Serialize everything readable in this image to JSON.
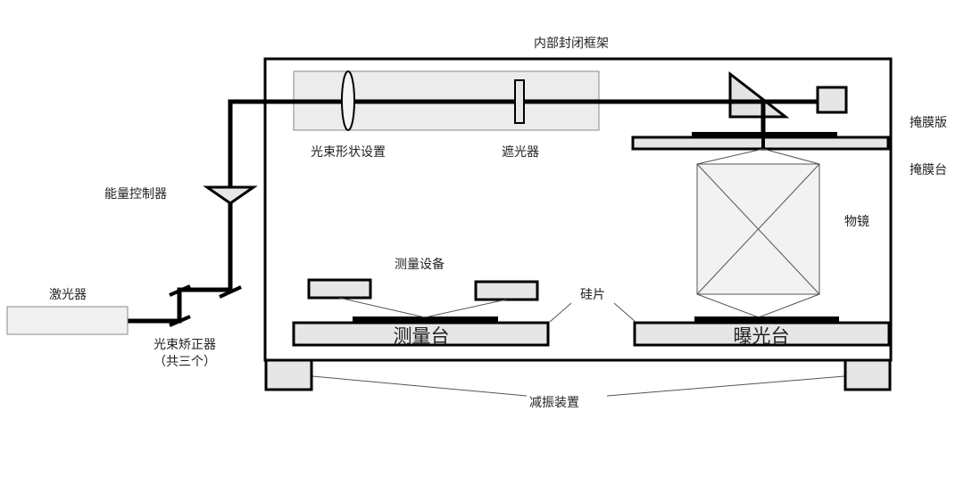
{
  "title": "内部封闭框架",
  "labels": {
    "beam_shaping": "光束形状设置",
    "shutter": "遮光器",
    "mask": "掩膜版",
    "mask_stage": "掩膜台",
    "objective": "物镜",
    "energy_controller": "能量控制器",
    "measurement_device": "测量设备",
    "laser": "激光器",
    "beam_corrector": "光束矫正器",
    "beam_corrector_note": "（共三个）",
    "wafer": "硅片",
    "measurement_stage": "测量台",
    "exposure_stage": "曝光台",
    "damper": "减振装置"
  },
  "colors": {
    "fill": "#e6e6e6",
    "line": "#000000"
  }
}
